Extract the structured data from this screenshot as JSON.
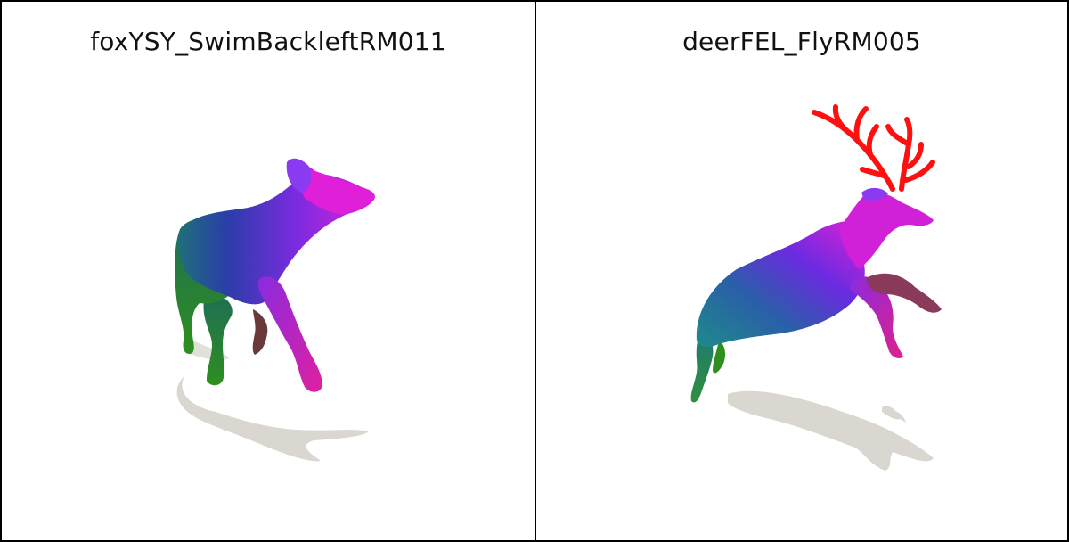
{
  "panels": [
    {
      "id": "fox",
      "title": "foxYSY_SwimBackleftRM011",
      "subject_icon": "fox-mesh-icon"
    },
    {
      "id": "deer",
      "title": "deerFEL_FlyRM005",
      "subject_icon": "deer-mesh-icon"
    }
  ],
  "colors": {
    "background": "#ffffff",
    "border": "#000000",
    "shadow": "#d6d3cb",
    "magenta": "#e020d8",
    "purple": "#7a2be0",
    "blue": "#2a3ea8",
    "teal": "#1f8a8a",
    "green": "#2e8f1e",
    "brown": "#6a3a3a",
    "red": "#ff1010"
  }
}
